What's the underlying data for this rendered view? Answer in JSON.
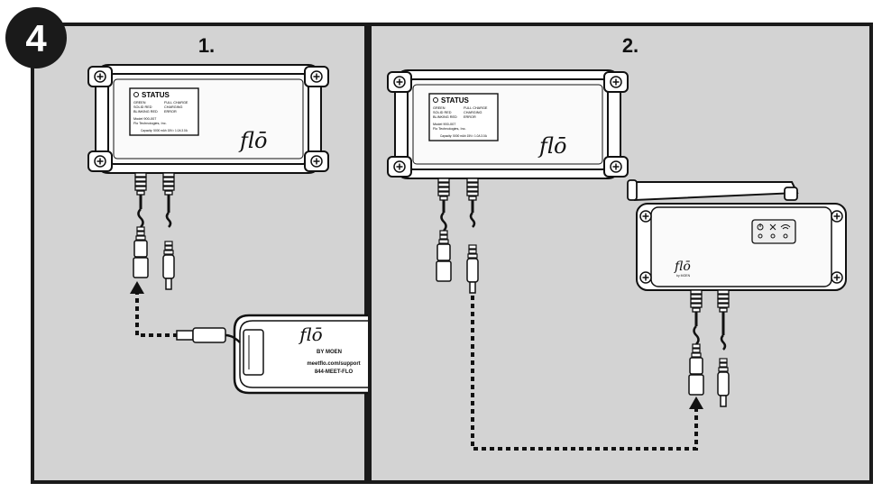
{
  "step_number": "4",
  "panels": [
    {
      "title": "1."
    },
    {
      "title": "2."
    }
  ],
  "battery_label": {
    "heading": "STATUS",
    "rows": [
      [
        "GREEN",
        "FULL CHARGE"
      ],
      [
        "SOLID RED",
        "CHARGING"
      ],
      [
        "BLINKING RED",
        "ERROR"
      ]
    ],
    "model": "Model 900-007",
    "company": "Flo Technologies, Inc.",
    "capacity": "Capacity: 5000 mAh  15V=  1.0A  3.0A"
  },
  "brand_logo": "flō",
  "brand_logo_sub": "by MOEN",
  "pack_label": {
    "by": "BY MOEN",
    "url": "meetflo.com/support",
    "phone": "844-MEET-FLO"
  },
  "colors": {
    "panel_bg": "#d3d3d3",
    "frame": "#1a1a1a",
    "device_fill": "#f5f5f5",
    "badge": "#1a1a1a"
  }
}
